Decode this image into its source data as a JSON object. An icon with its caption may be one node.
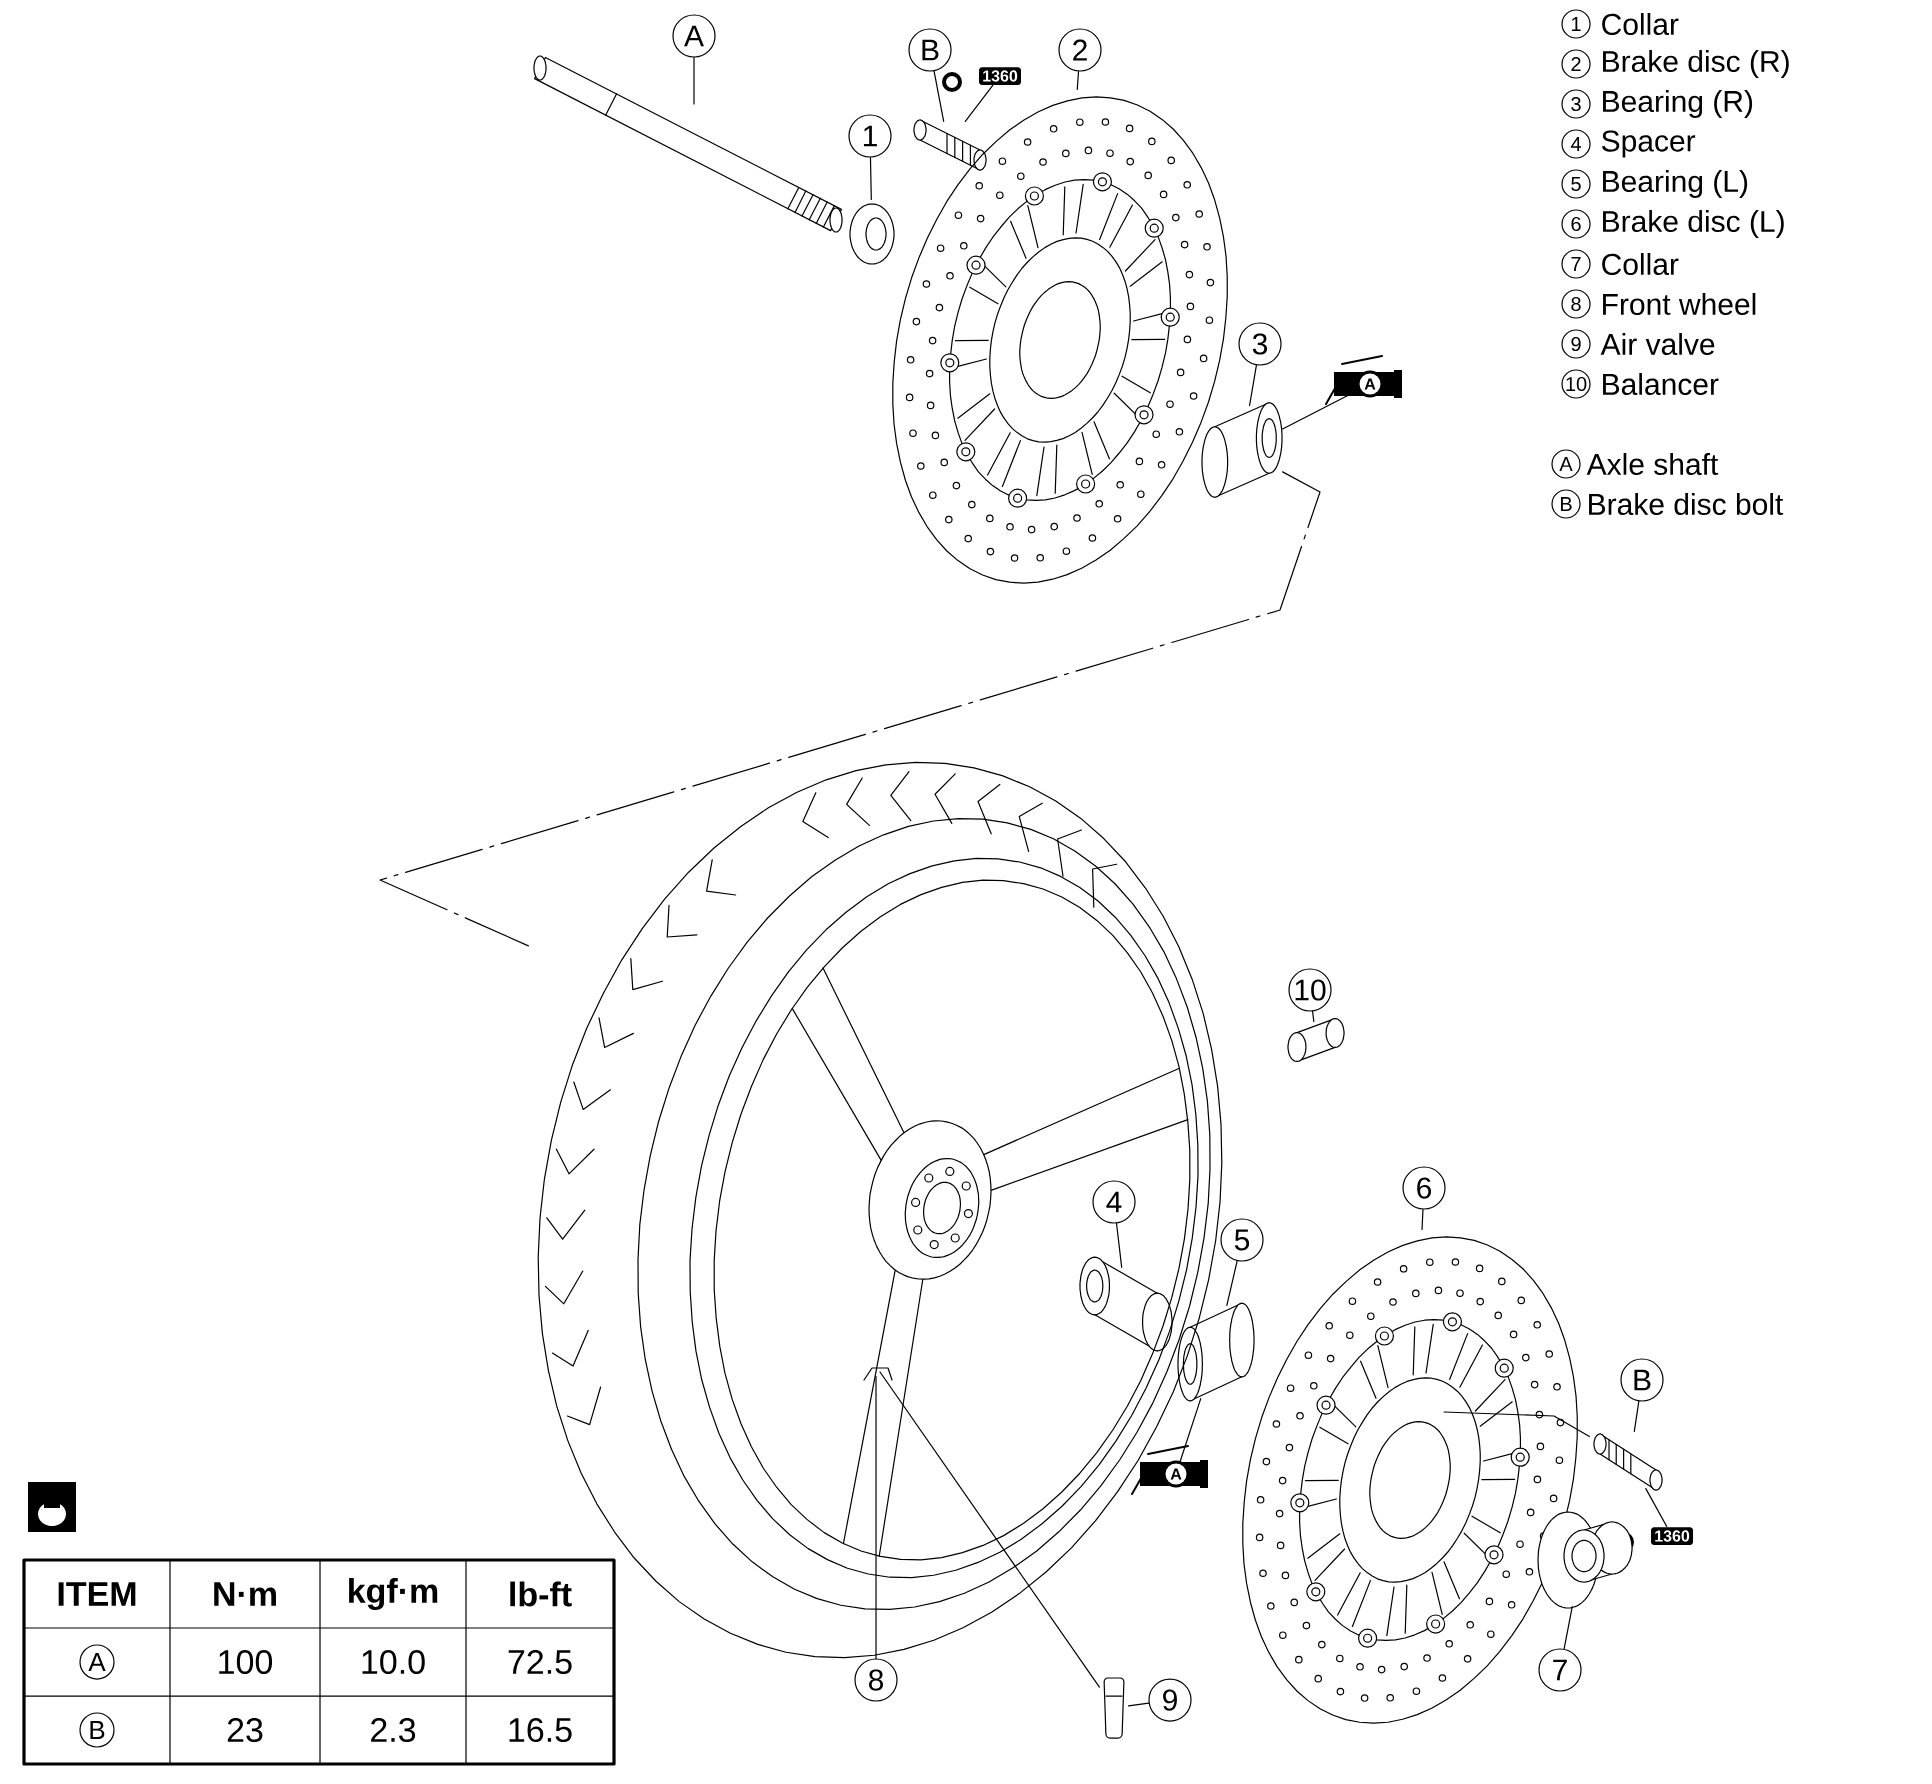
{
  "diagram": {
    "nodes": [
      {
        "text": [
          "A"
        ]
      },
      {
        "text": [],
        "shape": "picture"
      },
      {
        "text": [
          "B"
        ]
      },
      {
        "text": [],
        "shape": "picture"
      },
      {
        "text": [
          "1360"
        ]
      },
      {
        "text": [
          "2"
        ]
      },
      {
        "text": [],
        "shape": "picture"
      },
      {
        "text": [
          "1"
        ]
      },
      {
        "text": [],
        "shape": "picture"
      },
      {
        "text": [
          "3"
        ]
      },
      {
        "text": [],
        "shape": "cylinder"
      },
      {
        "text": [
          "A"
        ]
      },
      {
        "text": [
          "10"
        ]
      },
      {
        "text": [],
        "shape": "cylinder"
      },
      {
        "text": [
          "4"
        ],
        "in": 29
      },
      {
        "text": [],
        "shape": "cylinder",
        "in": 29
      },
      {
        "text": [
          "6"
        ]
      },
      {
        "text": [],
        "shape": "picture"
      },
      {
        "text": [
          "5"
        ]
      },
      {
        "text": [],
        "shape": "cylinder"
      },
      {
        "text": [
          "B"
        ]
      },
      {
        "text": [],
        "shape": "picture"
      },
      {
        "text": [
          "A"
        ]
      },
      {
        "text": [
          "1360"
        ]
      },
      {
        "text": [
          "9"
        ]
      },
      {
        "text": [],
        "shape": "picture"
      },
      {
        "text": [
          "7"
        ]
      },
      {
        "text": [],
        "shape": "picture"
      },
      {
        "text": [
          "8"
        ]
      },
      {
        "text": [],
        "shape": "picture"
      }
    ],
    "edges": [
      {
        "from": 0,
        "to": 1,
        "arrow": "none"
      },
      {
        "from": 2,
        "to": 3,
        "arrow": "none"
      },
      {
        "from": 4,
        "to": 3,
        "arrow": "none"
      },
      {
        "from": 5,
        "to": 6,
        "arrow": "none"
      },
      {
        "from": 7,
        "to": 8,
        "arrow": "none"
      },
      {
        "from": 9,
        "to": 10,
        "arrow": "none"
      },
      {
        "from": 11,
        "to": 10,
        "arrow": "none"
      },
      {
        "from": 12,
        "to": 13,
        "arrow": "none"
      },
      {
        "from": 14,
        "to": 15,
        "arrow": "none"
      },
      {
        "from": 16,
        "to": 17,
        "arrow": "none"
      },
      {
        "from": 18,
        "to": 19,
        "arrow": "none"
      },
      {
        "from": 22,
        "to": 19,
        "arrow": "none"
      },
      {
        "from": 20,
        "to": 21,
        "arrow": "none"
      },
      {
        "from": 23,
        "to": 21,
        "arrow": "none"
      },
      {
        "from": 24,
        "to": 25,
        "arrow": "none"
      },
      {
        "from": 26,
        "to": 27,
        "arrow": "none"
      },
      {
        "from": 28,
        "to": 29,
        "arrow": "none"
      },
      {
        "from": 25,
        "to": null,
        "arrow": "none"
      },
      {
        "from": 21,
        "to": 17,
        "arrow": "none"
      },
      {
        "from": 10,
        "to": 29,
        "arrow": "none",
        "style": "dashed"
      }
    ],
    "labels": [
      "1",
      "Collar",
      "2",
      "Brake disc (R)",
      "3",
      "Bearing (R)",
      "4",
      "Spacer",
      "5",
      "Bearing (L)",
      "6",
      "Brake disc (L)",
      "7",
      "Collar",
      "8",
      "Front wheel",
      "9",
      "Air valve",
      "10",
      "Balancer",
      "A",
      "Axle shaft",
      "B",
      "Brake disc bolt",
      "ITEM",
      "N·m",
      "kgf·m",
      "lb-ft",
      "A",
      "100",
      "10.0",
      "72.5",
      "B",
      "23",
      "2.3",
      "16.5"
    ]
  }
}
